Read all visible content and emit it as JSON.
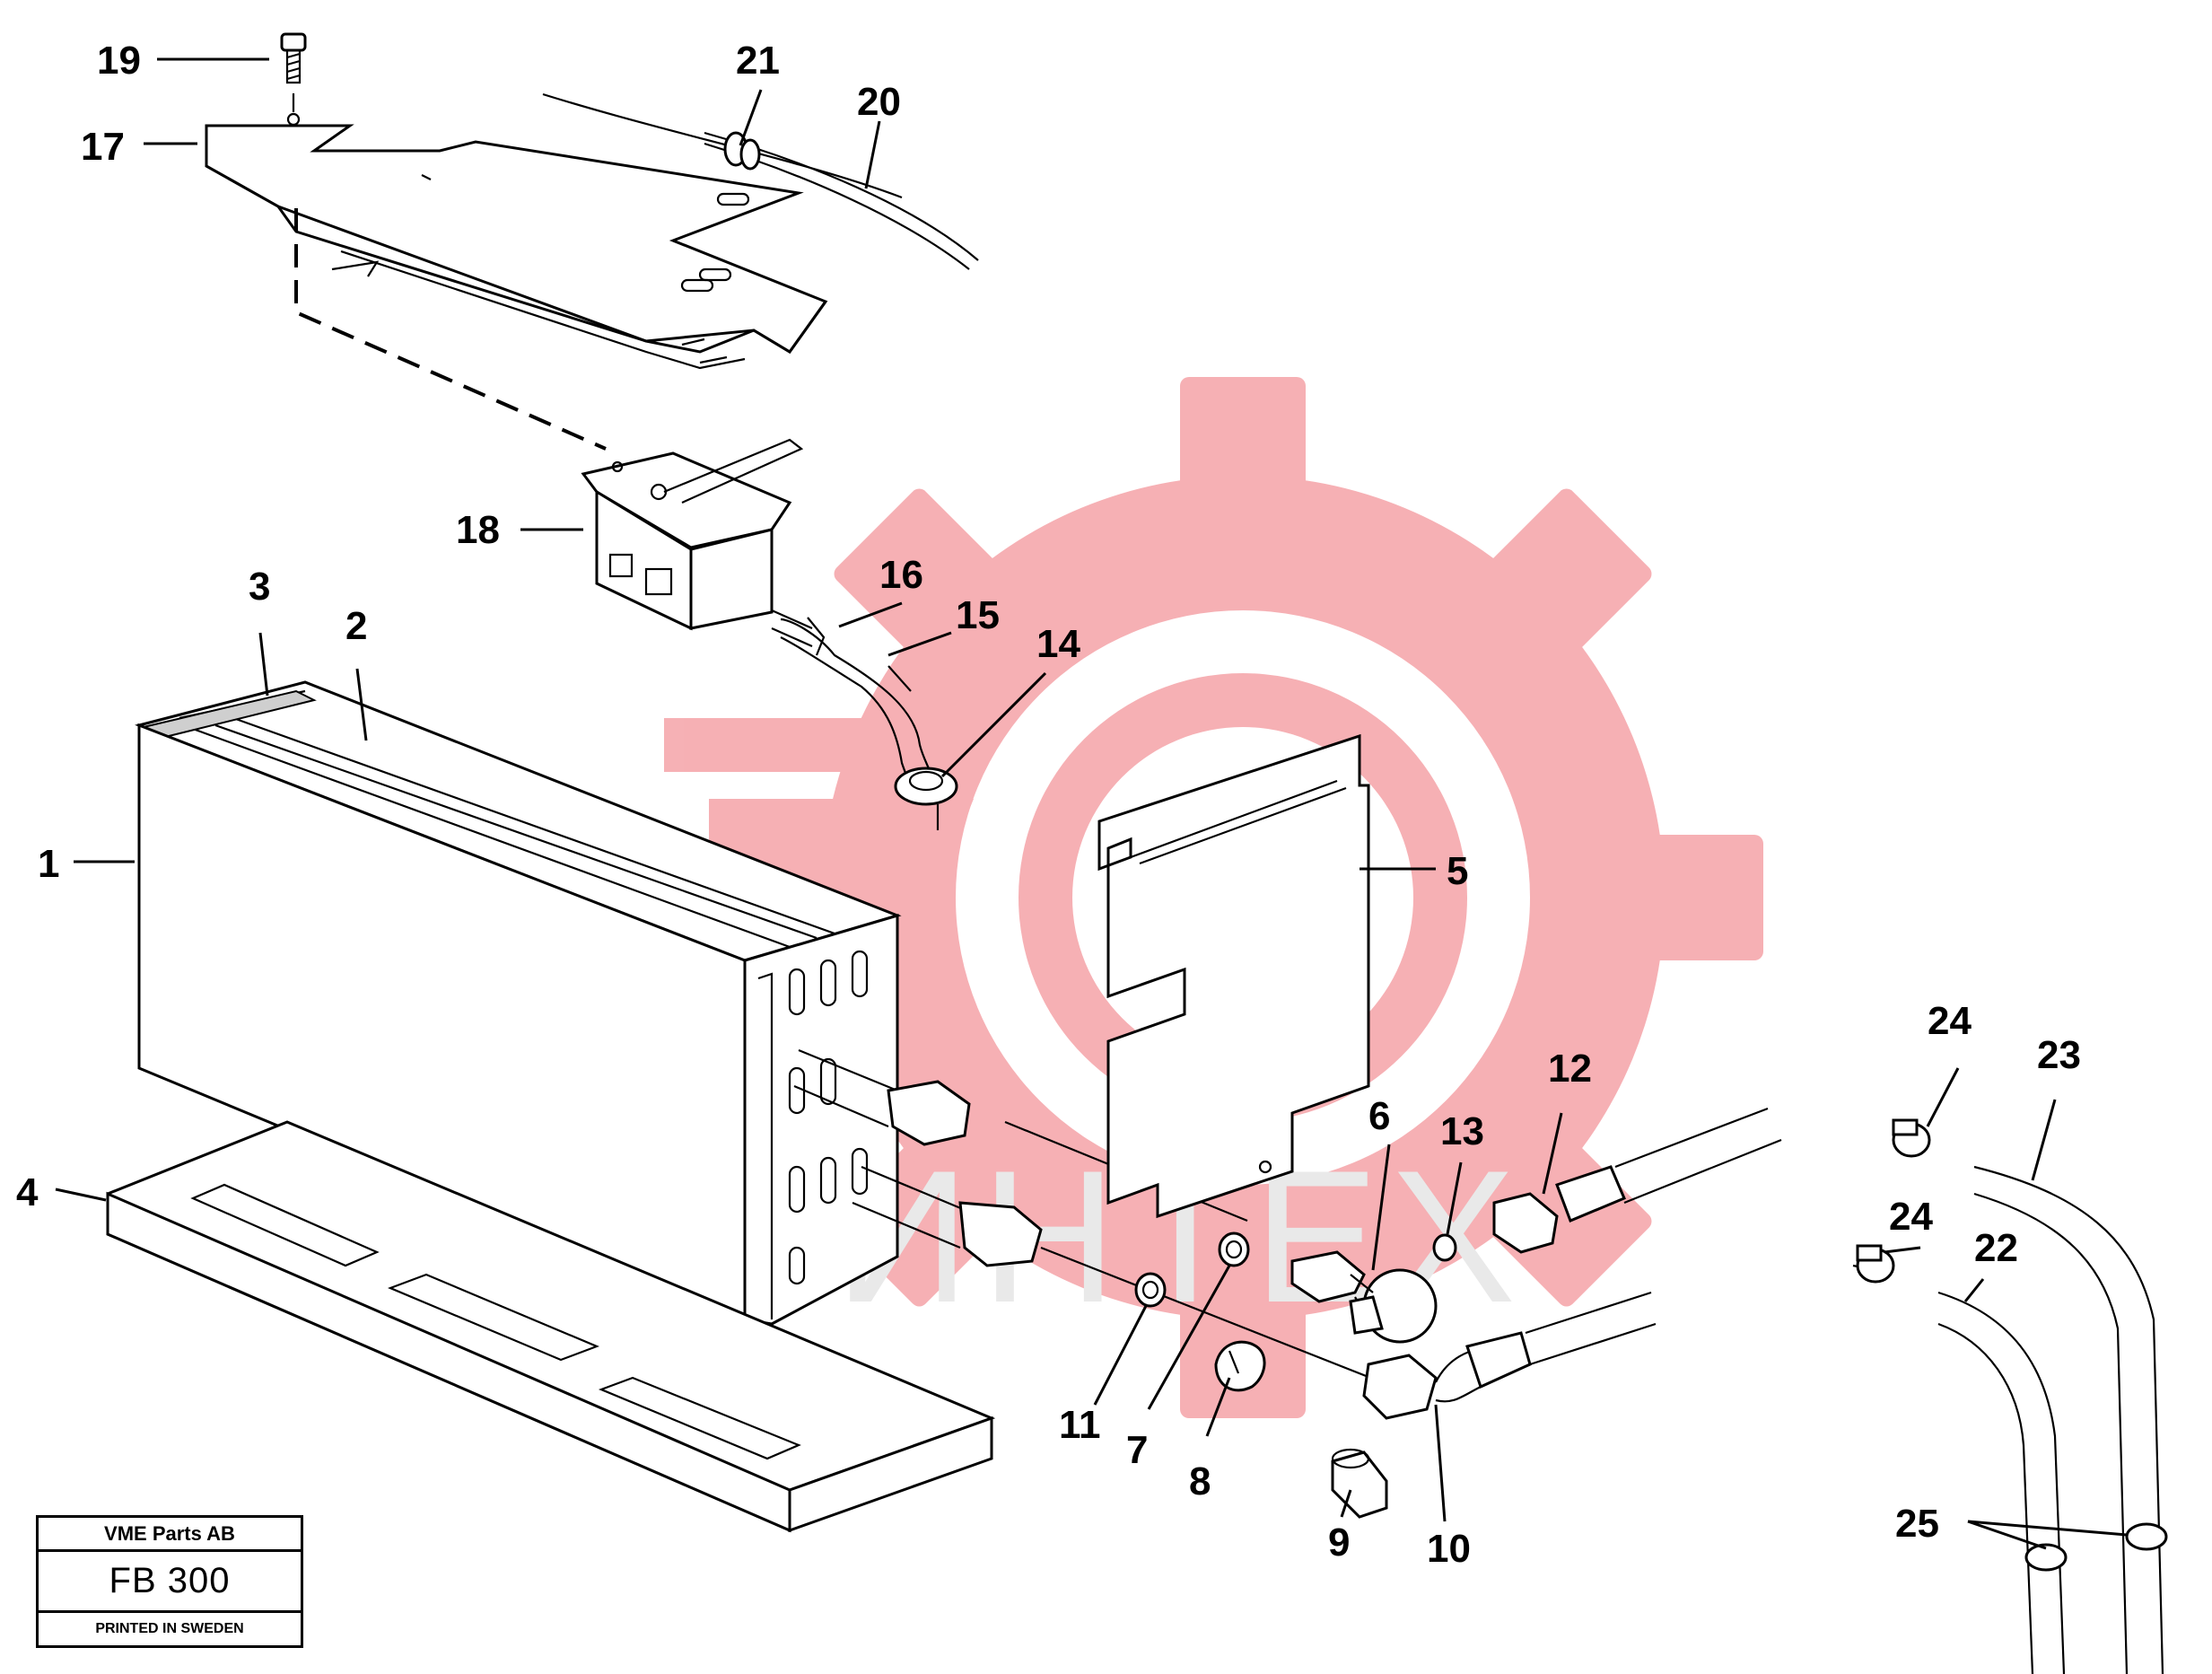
{
  "colors": {
    "watermark": "#f5a3a8",
    "ink": "#000000",
    "paper": "#ffffff"
  },
  "watermark": {
    "icon": "gear-logo-icon",
    "text": "ИНТЕХ"
  },
  "labels": {
    "p1": "1",
    "p2": "2",
    "p3": "3",
    "p4": "4",
    "p5": "5",
    "p6": "6",
    "p7": "7",
    "p8": "8",
    "p9": "9",
    "p10": "10",
    "p11": "11",
    "p12": "12",
    "p13": "13",
    "p14": "14",
    "p15": "15",
    "p16": "16",
    "p17": "17",
    "p18": "18",
    "p19": "19",
    "p20": "20",
    "p21": "21",
    "p22": "22",
    "p23": "23",
    "p24a": "24",
    "p24b": "24",
    "p25": "25"
  },
  "stamp": {
    "company": "VME Parts AB",
    "code": "FB 300",
    "printed": "PRINTED IN SWEDEN"
  }
}
